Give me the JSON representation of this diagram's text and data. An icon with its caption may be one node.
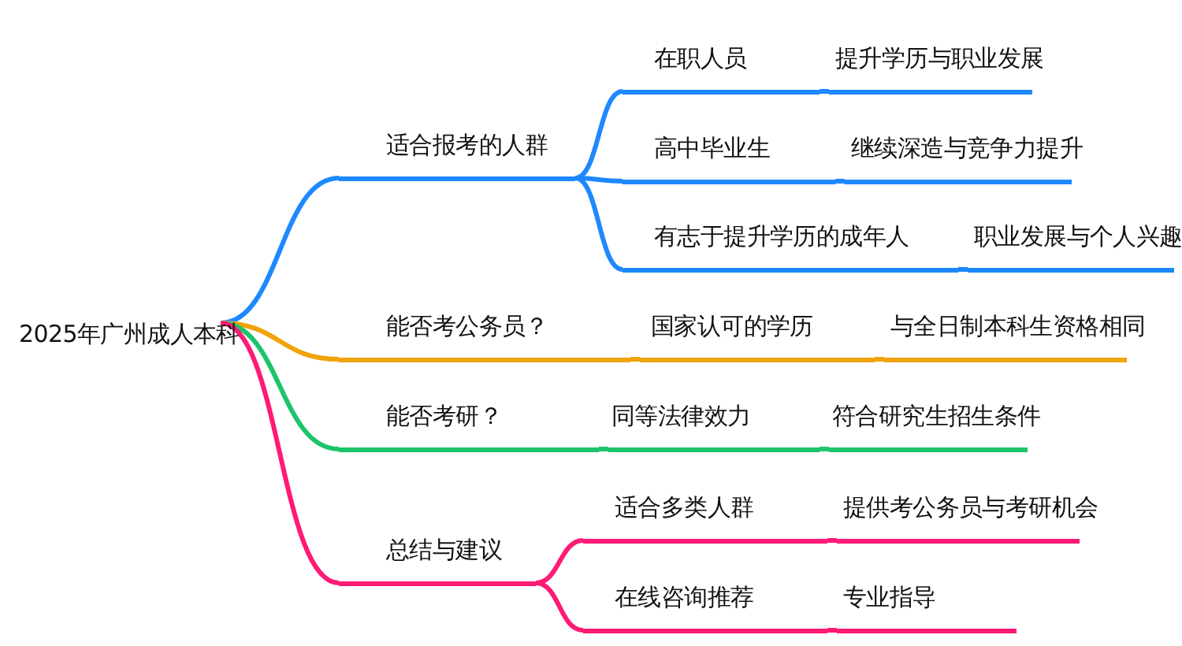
{
  "diagram": {
    "nodes": [
      {
        "text": [
          "2025年广州成人本科"
        ]
      },
      {
        "text": [
          "适合报考的人群"
        ]
      },
      {
        "text": [
          "在职人员"
        ]
      },
      {
        "text": [
          "提升学历与职业发展"
        ]
      },
      {
        "text": [
          "高中毕业生"
        ]
      },
      {
        "text": [
          "继续深造与竞争力提升"
        ]
      },
      {
        "text": [
          "有志于提升学历的成年人"
        ]
      },
      {
        "text": [
          "职业发展与个人兴趣"
        ]
      },
      {
        "text": [
          "能否考公务员？"
        ]
      },
      {
        "text": [
          "国家认可的学历"
        ]
      },
      {
        "text": [
          "与全日制本科生资格相同"
        ]
      },
      {
        "text": [
          "能否考研？"
        ]
      },
      {
        "text": [
          "同等法律效力"
        ]
      },
      {
        "text": [
          "符合研究生招生条件"
        ]
      },
      {
        "text": [
          "总结与建议"
        ]
      },
      {
        "text": [
          "适合多类人群"
        ]
      },
      {
        "text": [
          "提供考公务员与考研机会"
        ]
      },
      {
        "text": [
          "在线咨询推荐"
        ]
      },
      {
        "text": [
          "专业指导"
        ]
      }
    ],
    "edges": [
      {
        "from": 0,
        "to": 1,
        "arrow": "none"
      },
      {
        "from": 1,
        "to": 2,
        "arrow": "none"
      },
      {
        "from": 2,
        "to": 3,
        "arrow": "none"
      },
      {
        "from": 1,
        "to": 4,
        "arrow": "none"
      },
      {
        "from": 4,
        "to": 5,
        "arrow": "none"
      },
      {
        "from": 1,
        "to": 6,
        "arrow": "none"
      },
      {
        "from": 6,
        "to": 7,
        "arrow": "none"
      },
      {
        "from": 0,
        "to": 8,
        "arrow": "none",
        "color": "#f0a30a"
      },
      {
        "from": 8,
        "to": 9,
        "arrow": "none",
        "color": "#f0a30a"
      },
      {
        "from": 9,
        "to": 10,
        "arrow": "none",
        "color": "#f0a30a"
      },
      {
        "from": 0,
        "to": 11,
        "arrow": "none",
        "color": "#1dc46a"
      },
      {
        "from": 11,
        "to": 12,
        "arrow": "none",
        "color": "#1dc46a"
      },
      {
        "from": 12,
        "to": 13,
        "arrow": "none",
        "color": "#1dc46a"
      },
      {
        "from": 0,
        "to": 14,
        "arrow": "none",
        "color": "#ff1a75"
      },
      {
        "from": 14,
        "to": 15,
        "arrow": "none",
        "color": "#ff1a75"
      },
      {
        "from": 15,
        "to": 16,
        "arrow": "none",
        "color": "#ff1a75"
      },
      {
        "from": 14,
        "to": 17,
        "arrow": "none",
        "color": "#ff1a75"
      },
      {
        "from": 17,
        "to": 18,
        "arrow": "none",
        "color": "#ff1a75"
      }
    ]
  }
}
